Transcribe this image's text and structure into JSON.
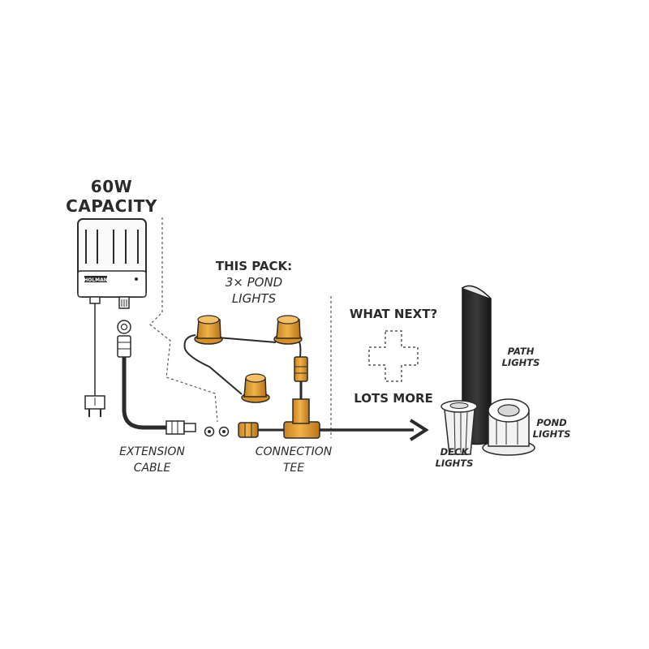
{
  "capacity": {
    "line1": "60W",
    "line2": "CAPACITY"
  },
  "transformer": {
    "brand": "HOLMAN"
  },
  "pack": {
    "title": "THIS PACK:",
    "line2": "3× POND",
    "line3": "LIGHTS"
  },
  "next": {
    "title": "WHAT NEXT?",
    "more": "LOTS MORE"
  },
  "labels": {
    "extension_1": "EXTENSION",
    "extension_2": "CABLE",
    "tee_1": "CONNECTION",
    "tee_2": "TEE",
    "path_1": "PATH",
    "path_2": "LIGHTS",
    "pond_1": "POND",
    "pond_2": "LIGHTS",
    "deck_1": "DECK",
    "deck_2": "LIGHTS"
  },
  "colors": {
    "ink": "#2b2b2b",
    "amber": "#e8a33c",
    "amber_dark": "#b87418",
    "grey_fill": "#f1f1f1"
  }
}
